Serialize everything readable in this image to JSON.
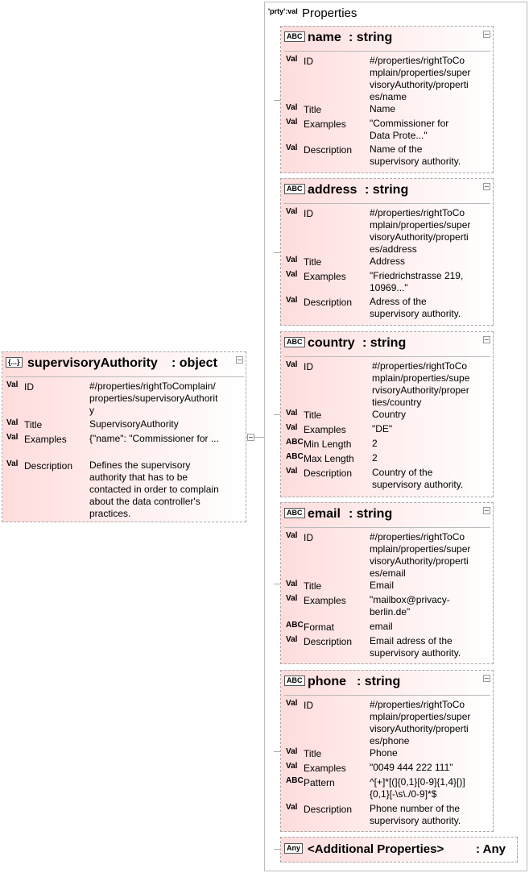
{
  "root": {
    "name": "supervisoryAuthority",
    "type": ": object",
    "badge": "{...}",
    "rows": [
      {
        "tag": "Val",
        "key": "ID",
        "value": "#/properties/rightToComplain/\nproperties/supervisoryAuthorit\ny"
      },
      {
        "tag": "Val",
        "key": "Title",
        "value": "SupervisoryAuthority"
      },
      {
        "tag": "Val",
        "key": "Examples",
        "value": "{\"name\": \"Commissioner for ..."
      },
      {
        "tag": "Val",
        "key": "Description",
        "value": "Defines the supervisory\nauthority that has to be\ncontacted in order to complain\nabout the data controller's\npractices."
      }
    ]
  },
  "properties": {
    "badge": "'prty':val",
    "label": "Properties"
  },
  "items": [
    {
      "name": "name",
      "type": ": string",
      "badge": "ABC",
      "rows": [
        {
          "tag": "Val",
          "key": "ID",
          "value": "#/properties/rightToCo\nmplain/properties/super\nvisoryAuthority/properti\nes/name"
        },
        {
          "tag": "Val",
          "key": "Title",
          "value": "Name"
        },
        {
          "tag": "Val",
          "key": "Examples",
          "value": "\"Commissioner for\nData Prote...\""
        },
        {
          "tag": "Val",
          "key": "Description",
          "value": "Name of the\nsupervisory authority."
        }
      ]
    },
    {
      "name": "address",
      "type": ": string",
      "badge": "ABC",
      "rows": [
        {
          "tag": "Val",
          "key": "ID",
          "value": "#/properties/rightToCo\nmplain/properties/super\nvisoryAuthority/properti\nes/address"
        },
        {
          "tag": "Val",
          "key": "Title",
          "value": "Address"
        },
        {
          "tag": "Val",
          "key": "Examples",
          "value": "\"Friedrichstrasse 219,\n10969...\""
        },
        {
          "tag": "Val",
          "key": "Description",
          "value": "Adress of the\nsupervisory authority."
        }
      ]
    },
    {
      "name": "country",
      "type": ": string",
      "badge": "ABC",
      "rows": [
        {
          "tag": "Val",
          "key": "ID",
          "value": "#/properties/rightToCo\nmplain/properties/supe\nrvisoryAuthority/proper\nties/country"
        },
        {
          "tag": "Val",
          "key": "Title",
          "value": "Country"
        },
        {
          "tag": "Val",
          "key": "Examples",
          "value": "\"DE\""
        },
        {
          "tag": "ABC",
          "key": "Min Length",
          "value": "2"
        },
        {
          "tag": "ABC",
          "key": "Max Length",
          "value": "2"
        },
        {
          "tag": "Val",
          "key": "Description",
          "value": "Country of the\nsupervisory authority."
        }
      ]
    },
    {
      "name": "email",
      "type": ": string",
      "badge": "ABC",
      "rows": [
        {
          "tag": "Val",
          "key": "ID",
          "value": "#/properties/rightToCo\nmplain/properties/super\nvisoryAuthority/properti\nes/email"
        },
        {
          "tag": "Val",
          "key": "Title",
          "value": "Email"
        },
        {
          "tag": "Val",
          "key": "Examples",
          "value": "\"mailbox@privacy-\nberlin.de\""
        },
        {
          "tag": "ABC",
          "key": "Format",
          "value": "email"
        },
        {
          "tag": "Val",
          "key": "Description",
          "value": "Email adress of the\nsupervisory authority."
        }
      ]
    },
    {
      "name": "phone",
      "type": ": string",
      "badge": "ABC",
      "rows": [
        {
          "tag": "Val",
          "key": "ID",
          "value": "#/properties/rightToCo\nmplain/properties/super\nvisoryAuthority/properti\nes/phone"
        },
        {
          "tag": "Val",
          "key": "Title",
          "value": "Phone"
        },
        {
          "tag": "Val",
          "key": "Examples",
          "value": "\"0049 444 222 111\""
        },
        {
          "tag": "ABC",
          "key": "Pattern",
          "value": "^[+]*[(]{0,1}[0-9]{1,4}[)]\n{0,1}[-\\s\\./0-9]*$"
        },
        {
          "tag": "Val",
          "key": "Description",
          "value": "Phone number of the\nsupervisory authority."
        }
      ]
    }
  ],
  "additional": {
    "badge": "Any",
    "name": "<Additional Properties>",
    "type": ": Any"
  }
}
